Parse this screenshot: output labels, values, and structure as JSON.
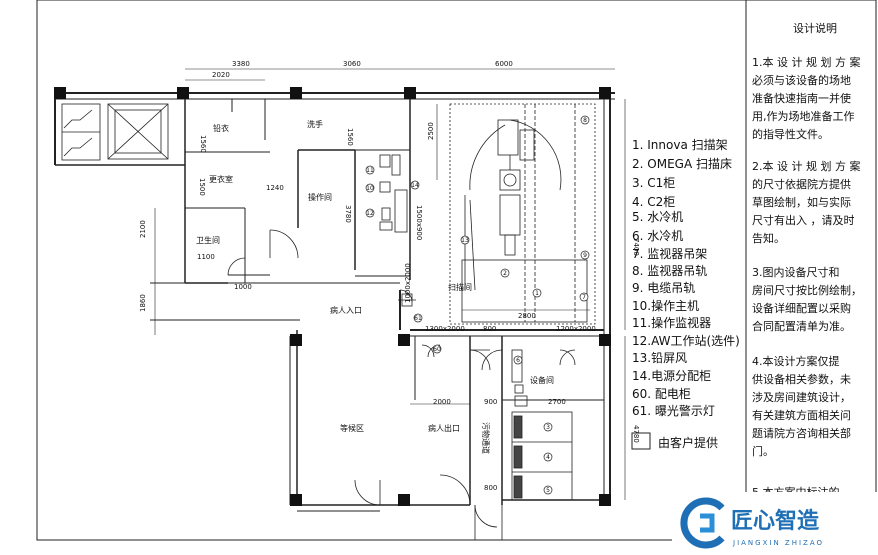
{
  "notes": {
    "title": "设计说明",
    "paragraphs": [
      [
        "1.本 设 计 规 划 方 案",
        "必须与该设备的场地",
        "准备快速指南一并使",
        "用,作为场地准备工作",
        "的指导性文件。"
      ],
      [
        "2.本 设 计 规 划 方 案",
        "的尺寸依据院方提供",
        "草图绘制，如与实际",
        "尺寸有出入 ，请及时",
        "告知。"
      ],
      [
        "3.图内设备尺寸和",
        "房间尺寸按比例绘制，",
        "设备详细配置以采购",
        "合同配置清单为准。"
      ],
      [
        "4.本设计方案仅提",
        "供设备相关参数，未",
        "涉及房间建筑设计，",
        "有关建筑方面相关问",
        "题请院方咨询相关部",
        "门。"
      ],
      [
        "5.本方案中标注的"
      ]
    ]
  },
  "legend": {
    "items": [
      "1.  Innova 扫描架",
      "2.  OMEGA 扫描床",
      "3.  C1柜",
      "4.  C2柜",
      "5.  水冷机",
      "6.  水冷机",
      "7.  监视器吊架",
      "8.  监视器吊轨",
      "9.  电缆吊轨",
      "10.操作主机",
      "11.操作监视器",
      "12.AW工作站(选件)",
      "13.铅屏风",
      "14.电源分配柜",
      "60.  配电柜",
      "61.  曝光警示灯"
    ],
    "client_note": "由客户提供"
  },
  "rooms": {
    "lead_coat": "铅衣",
    "wash": "洗手",
    "changing": "更衣室",
    "operation": "操作间",
    "toilet": "卫生间",
    "scan": "扫描间",
    "patient_in": "病人入口",
    "waiting": "等候区",
    "patient_out": "病人出口",
    "dirty_channel": "污物通道",
    "equipment": "设备间"
  },
  "dimensions": {
    "d3380": "3380",
    "d3060": "3060",
    "d6000": "6000",
    "d2020": "2020",
    "d1560a": "1560",
    "d1560b": "1560",
    "d1500": "1500",
    "d1240": "1240",
    "d3780": "3780",
    "d2100": "2100",
    "d1100": "1100",
    "d1000": "1000",
    "d1860": "1860",
    "d2500": "2500",
    "d1500x900": "1500x900",
    "d7400": "7400",
    "d2800": "2800",
    "d1300x2000": "1300x2000",
    "d800a": "800",
    "d1200x2000": "1200x2000",
    "d1000x2000": "1000x2000",
    "d900": "900",
    "d2000": "2000",
    "d2700": "2700",
    "d4780": "4780",
    "d800b": "800"
  },
  "markers": {
    "m11": "11",
    "m10": "10",
    "m12": "12",
    "m13": "13",
    "m1": "1",
    "m2": "2",
    "m7": "7",
    "m8": "8",
    "m9": "9",
    "m14": "14",
    "m60": "60",
    "m61": "61",
    "m3": "3",
    "m4": "4",
    "m5": "5",
    "m6": "6"
  },
  "brand": {
    "name": "匠心智造",
    "pinyin": "JIANGXIN ZHIZAO",
    "colors": {
      "primary": "#1e6fb5",
      "accent": "#2a8fd6"
    }
  }
}
